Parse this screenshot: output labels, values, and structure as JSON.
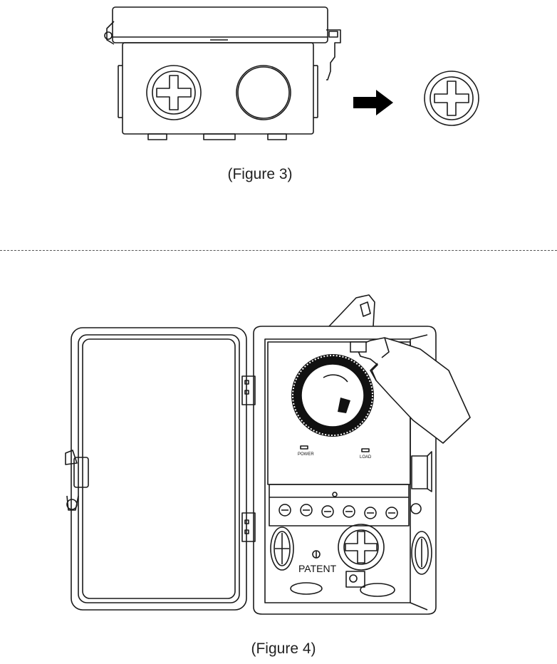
{
  "figure3": {
    "caption": "(Figure 3)"
  },
  "figure4": {
    "caption": "(Figure 4)",
    "led_power_label": "POWER",
    "led_load_label": "LOAD",
    "patent_label": "PATENT"
  },
  "colors": {
    "line": "#1a1a1a",
    "arrow": "#000000",
    "dial": "#111111"
  }
}
